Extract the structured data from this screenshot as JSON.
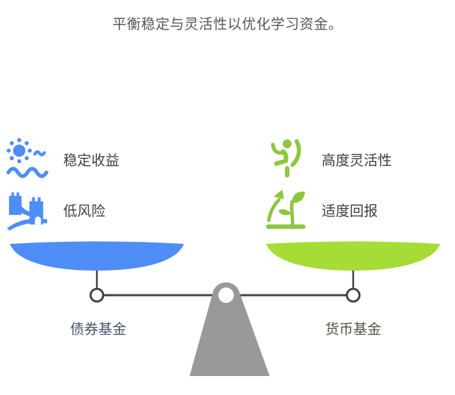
{
  "title": "平衡稳定与灵活性以优化学习资金。",
  "left_side": {
    "features": [
      {
        "icon": "sun-waves-icon",
        "label": "稳定收益"
      },
      {
        "icon": "great-wall-icon",
        "label": "低风险"
      }
    ],
    "pan_label": "债券基金",
    "accent_color": "#4E8DF5",
    "pan_label_color": "#47536B"
  },
  "right_side": {
    "features": [
      {
        "icon": "flex-person-icon",
        "label": "高度灵活性"
      },
      {
        "icon": "sprout-arrow-icon",
        "label": "适度回报"
      }
    ],
    "pan_label": "货币基金",
    "accent_color": "#A6DC36",
    "icon_color": "#8DC63F",
    "pan_label_color": "#4F5542"
  },
  "scale": {
    "beam_color": "#404040",
    "pillar_color": "#999999"
  },
  "text_colors": {
    "title": "#575757",
    "feature_label": "#3F3F3F"
  }
}
